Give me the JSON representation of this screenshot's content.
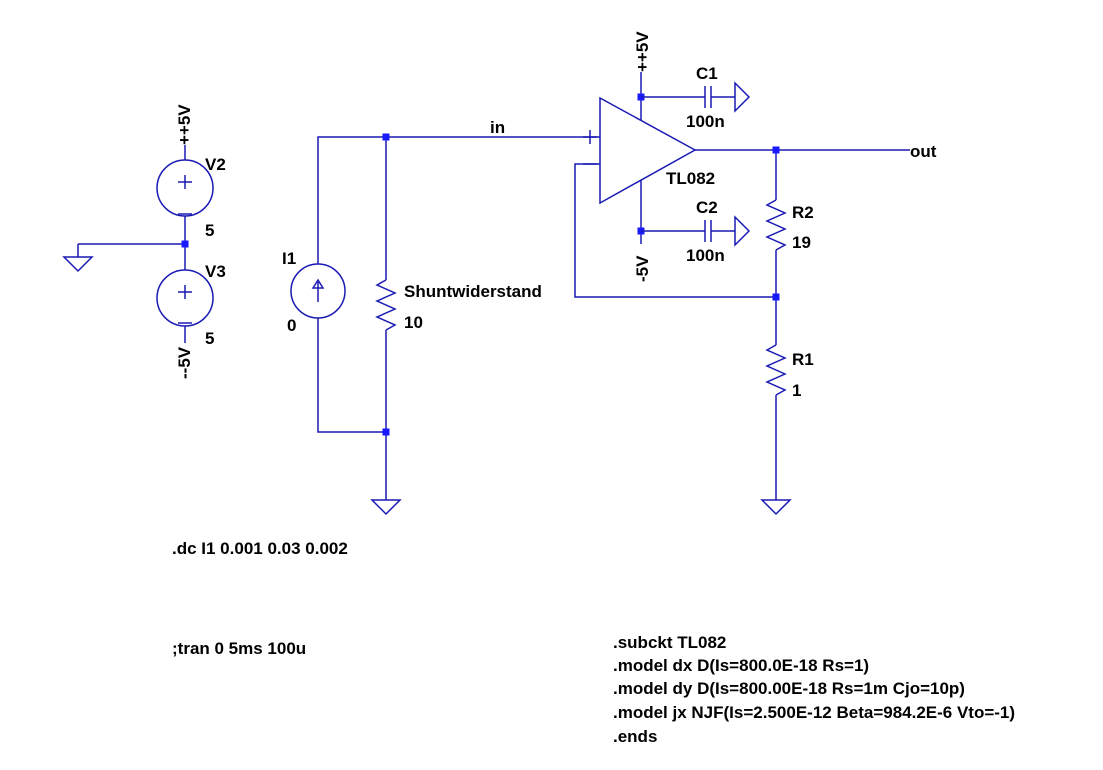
{
  "colors": {
    "wire": "#1a1ab4",
    "junction": "#1a1aff",
    "text": "#000000",
    "background": "#ffffff"
  },
  "nets": {
    "in": "in",
    "out": "out",
    "vpos_supply": "++5V",
    "vneg_supply": "--5V",
    "vpos_opamp": "++5V",
    "vneg_opamp": "-5V"
  },
  "components": {
    "v2": {
      "name": "V2",
      "value": "5"
    },
    "v3": {
      "name": "V3",
      "value": "5"
    },
    "i1": {
      "name": "I1",
      "value": "0"
    },
    "shunt": {
      "name": "Shuntwiderstand",
      "value": "10"
    },
    "opamp": {
      "name": "TL082"
    },
    "c1": {
      "name": "C1",
      "value": "100n"
    },
    "c2": {
      "name": "C2",
      "value": "100n"
    },
    "r1": {
      "name": "R1",
      "value": "1"
    },
    "r2": {
      "name": "R2",
      "value": "19"
    }
  },
  "directives": {
    "dc": ".dc I1 0.001 0.03 0.002",
    "tran": ";tran 0 5ms 100u",
    "subckt": [
      ".subckt TL082",
      ".model dx D(Is=800.0E-18 Rs=1)",
      ".model dy D(Is=800.00E-18 Rs=1m Cjo=10p)",
      ".model jx NJF(Is=2.500E-12 Beta=984.2E-6 Vto=-1)",
      ".ends"
    ]
  }
}
